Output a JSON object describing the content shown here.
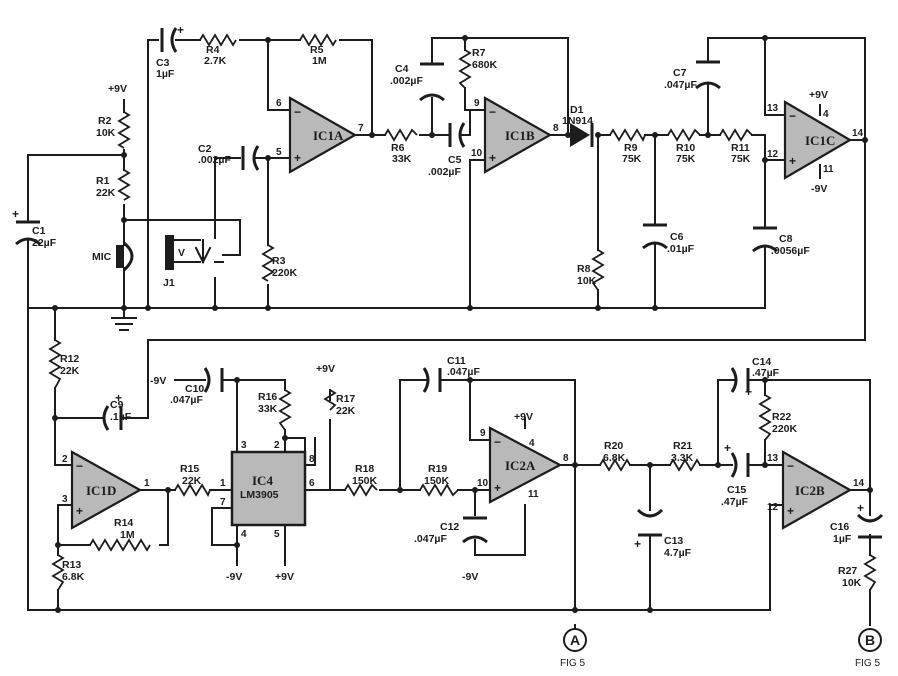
{
  "amplifiers": {
    "ic1a": "IC1A",
    "ic1b": "IC1B",
    "ic1c": "IC1C",
    "ic1d": "IC1D",
    "ic2a": "IC2A",
    "ic2b": "IC2B"
  },
  "ic4": {
    "name": "IC4",
    "part": "LM3905"
  },
  "components": {
    "c1": {
      "ref": "C1",
      "value": "22µF"
    },
    "c2": {
      "ref": "C2",
      "value": ".002µF"
    },
    "c3": {
      "ref": "C3",
      "value": "1µF"
    },
    "c4": {
      "ref": "C4",
      "value": ".002µF"
    },
    "c5": {
      "ref": "C5",
      "value": ".002µF"
    },
    "c6": {
      "ref": "C6",
      "value": ".01µF"
    },
    "c7": {
      "ref": "C7",
      "value": ".047µF"
    },
    "c8": {
      "ref": "C8",
      "value": ".0056µF"
    },
    "c9": {
      "ref": "C9",
      "value": ".1µF"
    },
    "c10": {
      "ref": "C10",
      "value": ".047µF"
    },
    "c11": {
      "ref": "C11",
      "value": ".047µF"
    },
    "c12": {
      "ref": "C12",
      "value": ".047µF"
    },
    "c13": {
      "ref": "C13",
      "value": "4.7µF"
    },
    "c14": {
      "ref": "C14",
      "value": ".47µF"
    },
    "c15": {
      "ref": "C15",
      "value": ".47µF"
    },
    "c16": {
      "ref": "C16",
      "value": "1µF"
    },
    "r1": {
      "ref": "R1",
      "value": "22K"
    },
    "r2": {
      "ref": "R2",
      "value": "10K"
    },
    "r3": {
      "ref": "R3",
      "value": "220K"
    },
    "r4": {
      "ref": "R4",
      "value": "2.7K"
    },
    "r5": {
      "ref": "R5",
      "value": "1M"
    },
    "r6": {
      "ref": "R6",
      "value": "33K"
    },
    "r7": {
      "ref": "R7",
      "value": "680K"
    },
    "r8": {
      "ref": "R8",
      "value": "10K"
    },
    "r9": {
      "ref": "R9",
      "value": "75K"
    },
    "r10": {
      "ref": "R10",
      "value": "75K"
    },
    "r11": {
      "ref": "R11",
      "value": "75K"
    },
    "r12": {
      "ref": "R12",
      "value": "22K"
    },
    "r13": {
      "ref": "R13",
      "value": "6.8K"
    },
    "r14": {
      "ref": "R14",
      "value": "1M"
    },
    "r15": {
      "ref": "R15",
      "value": "22K"
    },
    "r16": {
      "ref": "R16",
      "value": "33K"
    },
    "r17": {
      "ref": "R17",
      "value": "22K"
    },
    "r18": {
      "ref": "R18",
      "value": "150K"
    },
    "r19": {
      "ref": "R19",
      "value": "150K"
    },
    "r20": {
      "ref": "R20",
      "value": "6.8K"
    },
    "r21": {
      "ref": "R21",
      "value": "3.3K"
    },
    "r22": {
      "ref": "R22",
      "value": "220K"
    },
    "r27": {
      "ref": "R27",
      "value": "10K"
    },
    "d1": {
      "ref": "D1",
      "value": "1N914"
    }
  },
  "labels": {
    "mic": "MIC",
    "jack": "J1",
    "jack_v": "V",
    "plus9": "+9V",
    "minus9": "-9V",
    "conn_a": "A",
    "conn_b": "B",
    "fig5": "FIG 5"
  },
  "pins": {
    "ic1a_inv": "6",
    "ic1a_non": "5",
    "ic1a_out": "7",
    "ic1b_inv": "9",
    "ic1b_non": "10",
    "ic1b_out": "8",
    "ic1c_inv": "13",
    "ic1c_non": "12",
    "ic1c_out": "14",
    "ic1c_vp": "4",
    "ic1c_vn": "11",
    "ic1d_inv": "2",
    "ic1d_non": "3",
    "ic1d_out": "1",
    "ic2a_inv": "9",
    "ic2a_non": "10",
    "ic2a_out": "8",
    "ic2a_vp": "4",
    "ic2a_vn": "11",
    "ic2b_inv": "13",
    "ic2b_non": "12",
    "ic2b_out": "14",
    "ic4_p1": "1",
    "ic4_p2": "2",
    "ic4_p3": "3",
    "ic4_p4": "4",
    "ic4_p5": "5",
    "ic4_p6": "6",
    "ic4_p7": "7",
    "ic4_p8": "8"
  },
  "signs": {
    "minus": "−",
    "plus": "+"
  }
}
